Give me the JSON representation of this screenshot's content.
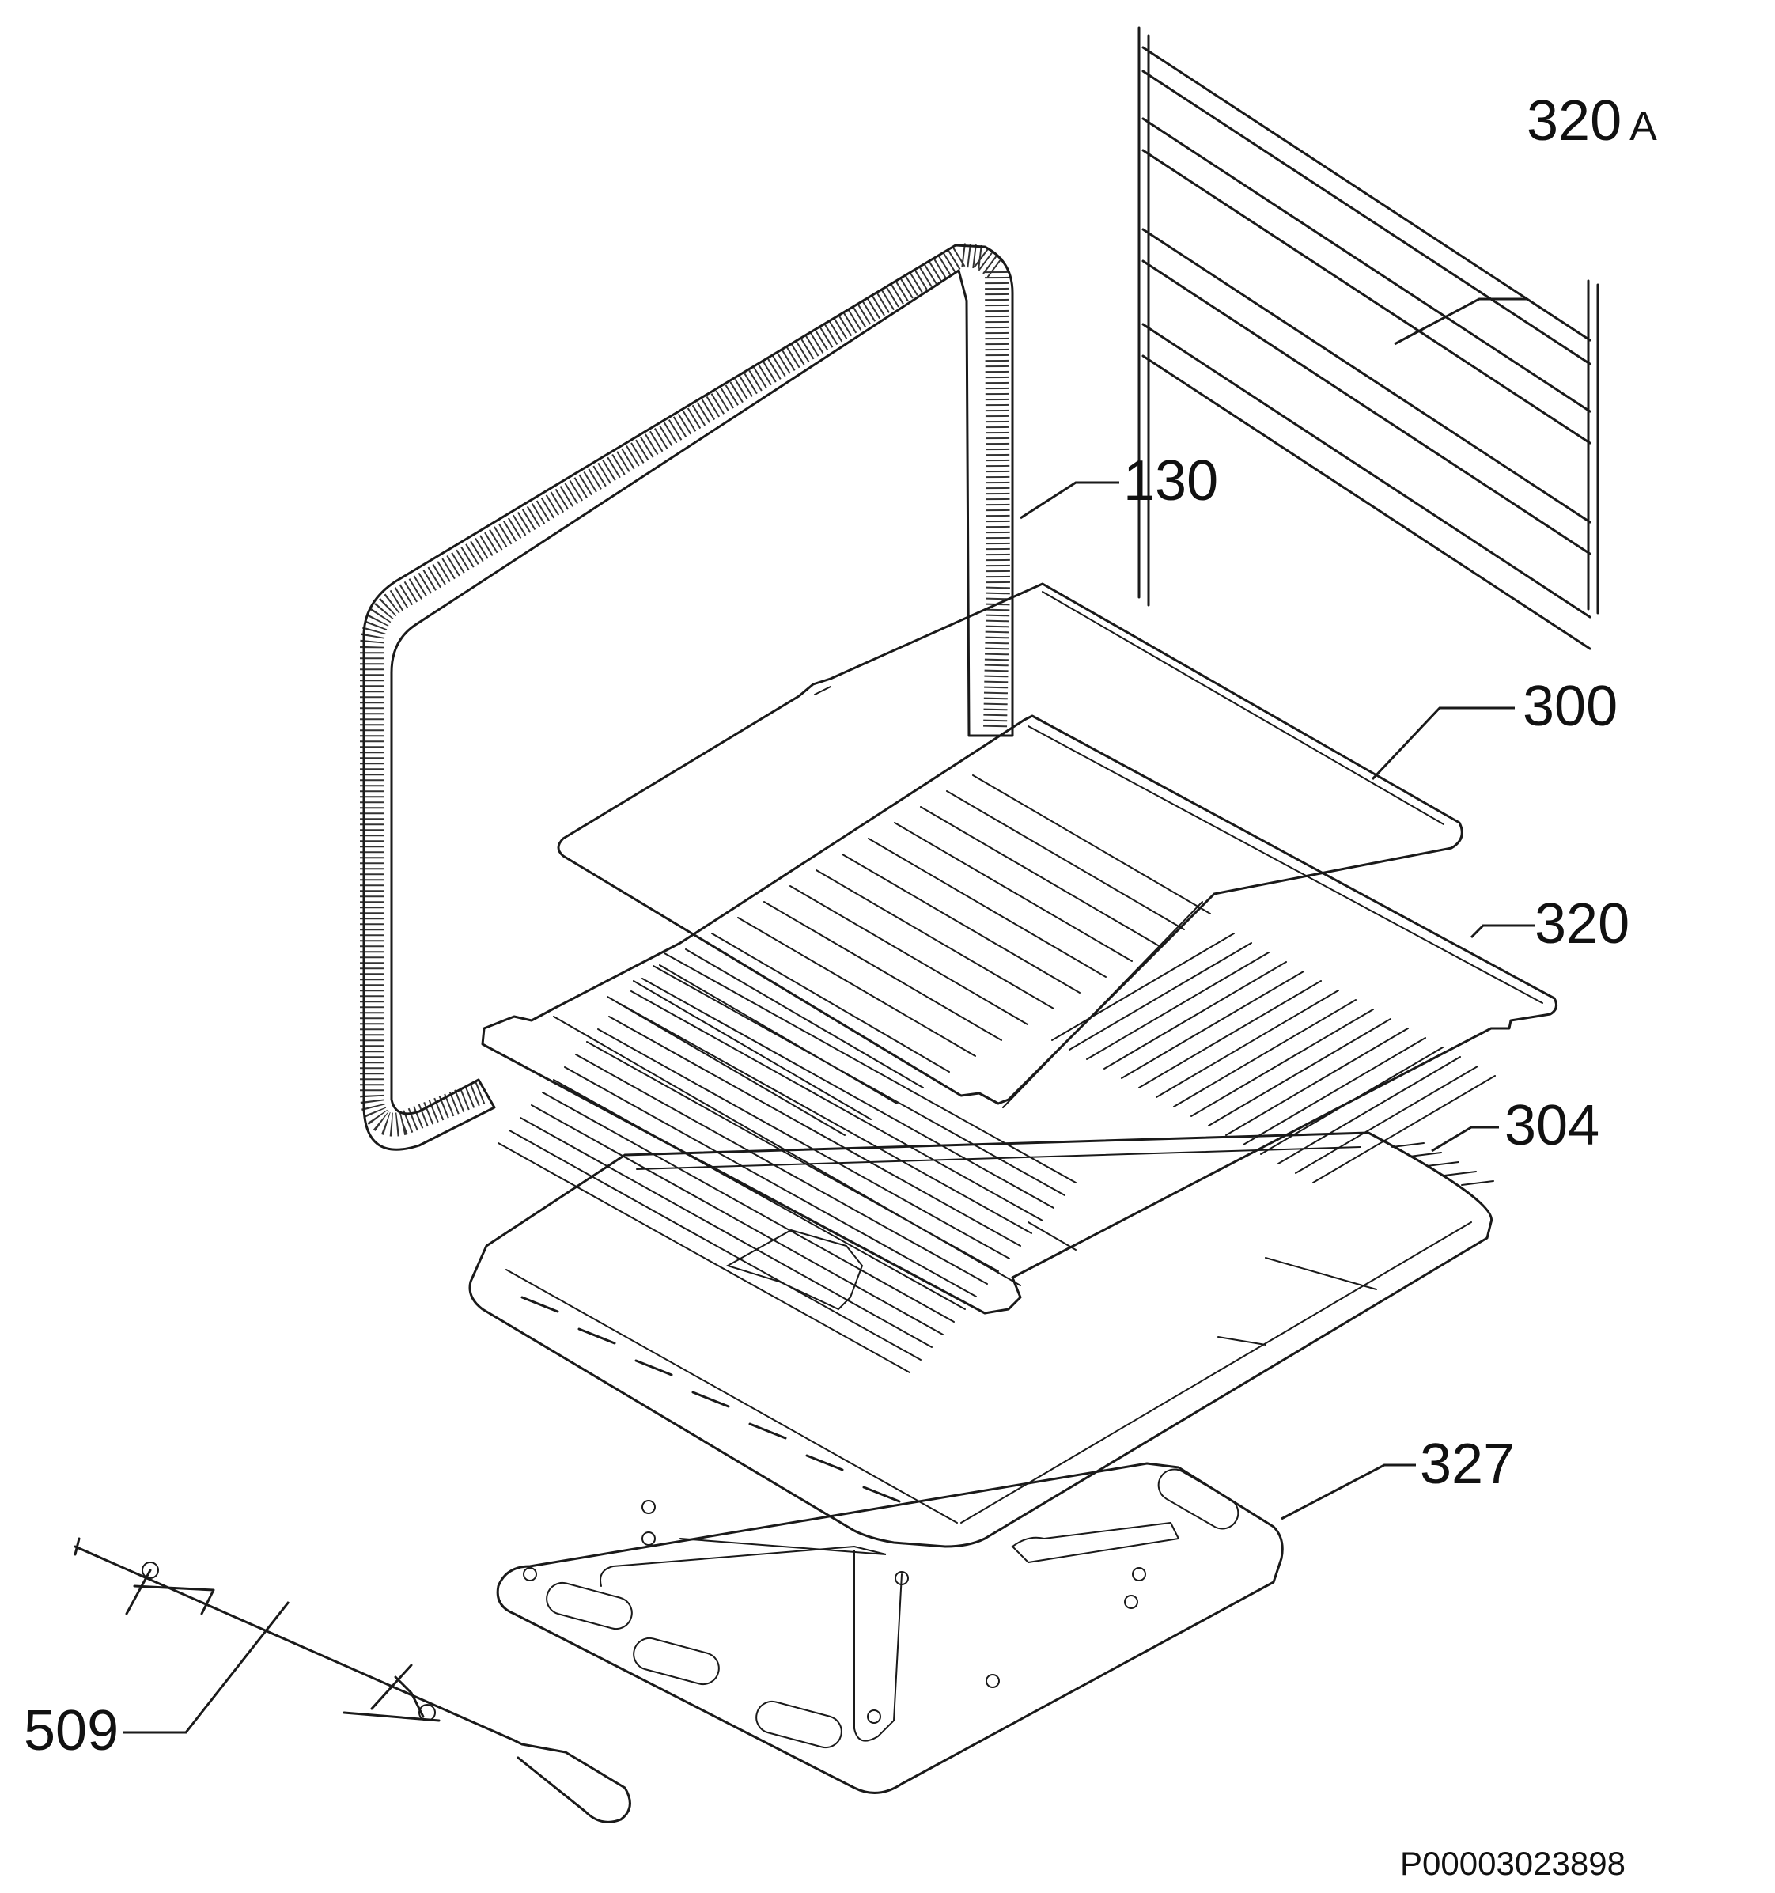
{
  "diagram": {
    "callouts": [
      {
        "id": "320A",
        "number": "320",
        "suffix": "A"
      },
      {
        "id": "130",
        "number": "130"
      },
      {
        "id": "300",
        "number": "300"
      },
      {
        "id": "320",
        "number": "320"
      },
      {
        "id": "304",
        "number": "304"
      },
      {
        "id": "327",
        "number": "327"
      },
      {
        "id": "509",
        "number": "509"
      }
    ],
    "document_id": "P00003023898"
  }
}
